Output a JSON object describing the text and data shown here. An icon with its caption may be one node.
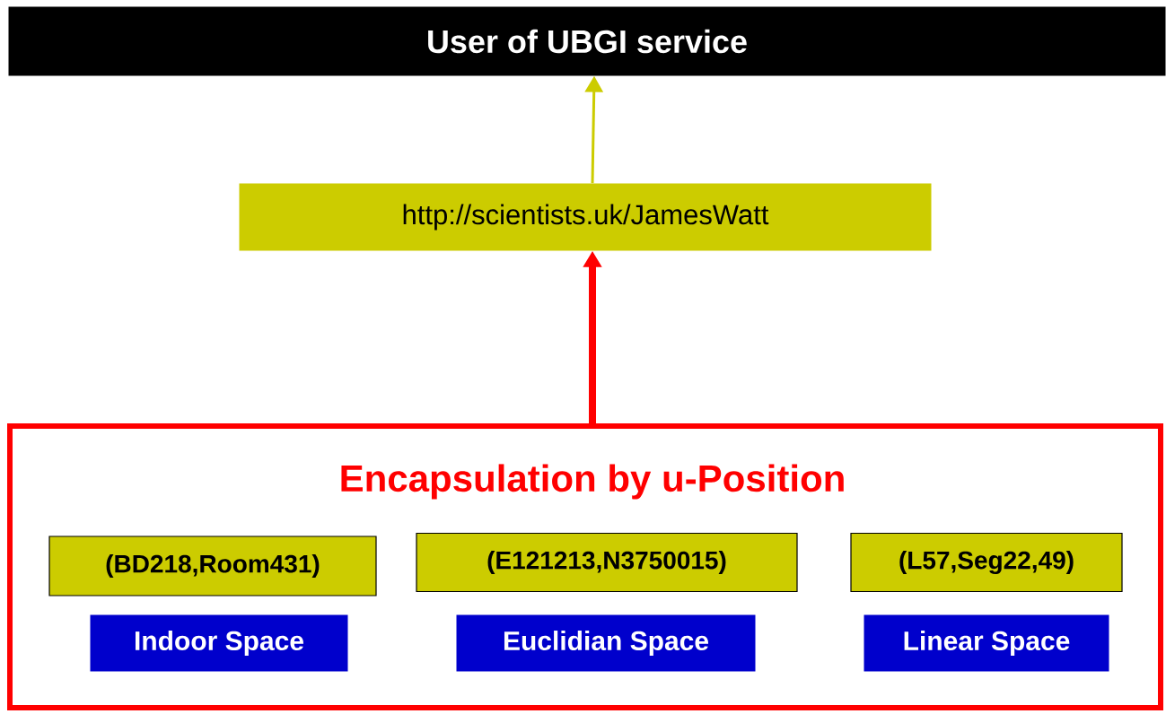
{
  "diagram": {
    "nodes": [
      {
        "text": [
          "User of UBGI service"
        ]
      },
      {
        "text": [
          "http://scientists.uk/JamesWatt"
        ]
      },
      {
        "text": [
          "Encapsulation by u-Position"
        ]
      },
      {
        "text": [
          "(BD218,Room431)"
        ],
        "in": 2
      },
      {
        "text": [
          "(E121213,N3750015)"
        ],
        "in": 2
      },
      {
        "text": [
          "(L57,Seg22,49)"
        ],
        "in": 2
      },
      {
        "text": [
          "Indoor Space"
        ],
        "in": 2
      },
      {
        "text": [
          "Euclidian Space"
        ],
        "in": 2
      },
      {
        "text": [
          "Linear Space"
        ],
        "in": 2
      }
    ],
    "edges": [
      {
        "from": 1,
        "to": 0,
        "arrow": "to",
        "color": "#cccc00"
      },
      {
        "from": 2,
        "to": 1,
        "arrow": "to",
        "style": "thick",
        "color": "#ff0000"
      }
    ]
  }
}
